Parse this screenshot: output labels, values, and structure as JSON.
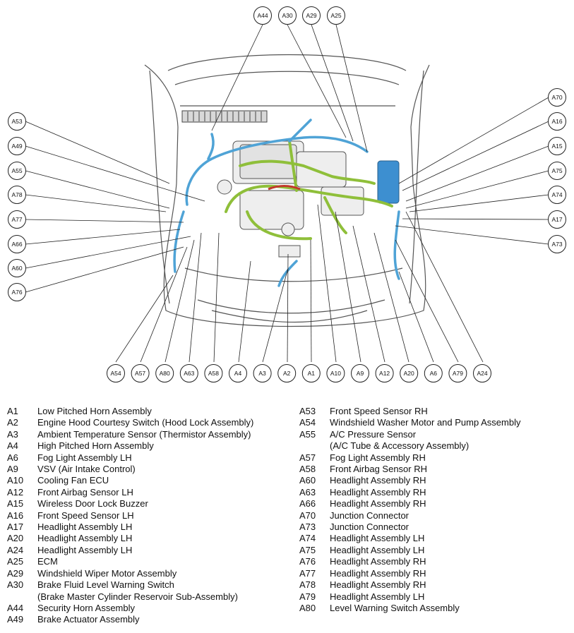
{
  "diagram": {
    "top_callouts": [
      "A44",
      "A30",
      "A29",
      "A25"
    ],
    "left_callouts": [
      "A53",
      "A49",
      "A55",
      "A78",
      "A77",
      "A66",
      "A60",
      "A76"
    ],
    "right_callouts": [
      "A70",
      "A16",
      "A15",
      "A75",
      "A74",
      "A17",
      "A73"
    ],
    "bottom_callouts": [
      "A54",
      "A57",
      "A80",
      "A63",
      "A58",
      "A4",
      "A3",
      "A2",
      "A1",
      "A10",
      "A9",
      "A12",
      "A20",
      "A6",
      "A79",
      "A24"
    ],
    "colors": {
      "harness_green": "#8fbf3a",
      "harness_blue": "#4fa3d6",
      "ecu_blue": "#3d8fd0",
      "red_wire": "#c0392b",
      "outline": "#555555"
    }
  },
  "legend": {
    "left": [
      {
        "code": "A1",
        "desc": "Low Pitched Horn Assembly"
      },
      {
        "code": "A2",
        "desc": "Engine Hood Courtesy Switch (Hood Lock Assembly)"
      },
      {
        "code": "A3",
        "desc": "Ambient Temperature Sensor (Thermistor Assembly)"
      },
      {
        "code": "A4",
        "desc": "High Pitched Horn Assembly"
      },
      {
        "code": "A6",
        "desc": "Fog Light Assembly LH"
      },
      {
        "code": "A9",
        "desc": "VSV (Air Intake Control)"
      },
      {
        "code": "A10",
        "desc": "Cooling Fan ECU"
      },
      {
        "code": "A12",
        "desc": "Front Airbag Sensor LH"
      },
      {
        "code": "A15",
        "desc": "Wireless Door Lock Buzzer"
      },
      {
        "code": "A16",
        "desc": "Front Speed Sensor LH"
      },
      {
        "code": "A17",
        "desc": "Headlight Assembly LH"
      },
      {
        "code": "A20",
        "desc": "Headlight Assembly LH"
      },
      {
        "code": "A24",
        "desc": "Headlight Assembly LH"
      },
      {
        "code": "A25",
        "desc": "ECM"
      },
      {
        "code": "A29",
        "desc": "Windshield Wiper Motor Assembly"
      },
      {
        "code": "A30",
        "desc": "Brake Fluid Level Warning Switch",
        "desc2": "(Brake Master Cylinder Reservoir Sub-Assembly)"
      },
      {
        "code": "A44",
        "desc": "Security Horn Assembly"
      },
      {
        "code": "A49",
        "desc": "Brake Actuator Assembly"
      }
    ],
    "right": [
      {
        "code": "A53",
        "desc": "Front Speed Sensor RH"
      },
      {
        "code": "A54",
        "desc": "Windshield Washer Motor and Pump Assembly"
      },
      {
        "code": "A55",
        "desc": "A/C Pressure Sensor",
        "desc2": "(A/C Tube & Accessory Assembly)"
      },
      {
        "code": "A57",
        "desc": "Fog Light Assembly RH"
      },
      {
        "code": "A58",
        "desc": "Front Airbag Sensor RH"
      },
      {
        "code": "A60",
        "desc": "Headlight Assembly RH"
      },
      {
        "code": "A63",
        "desc": "Headlight Assembly RH"
      },
      {
        "code": "A66",
        "desc": "Headlight Assembly RH"
      },
      {
        "code": "A70",
        "desc": "Junction Connector"
      },
      {
        "code": "A73",
        "desc": "Junction Connector"
      },
      {
        "code": "A74",
        "desc": "Headlight Assembly LH"
      },
      {
        "code": "A75",
        "desc": "Headlight Assembly LH"
      },
      {
        "code": "A76",
        "desc": "Headlight Assembly RH"
      },
      {
        "code": "A77",
        "desc": "Headlight Assembly RH"
      },
      {
        "code": "A78",
        "desc": "Headlight Assembly RH"
      },
      {
        "code": "A79",
        "desc": "Headlight Assembly LH"
      },
      {
        "code": "A80",
        "desc": "Level Warning Switch Assembly"
      }
    ]
  }
}
